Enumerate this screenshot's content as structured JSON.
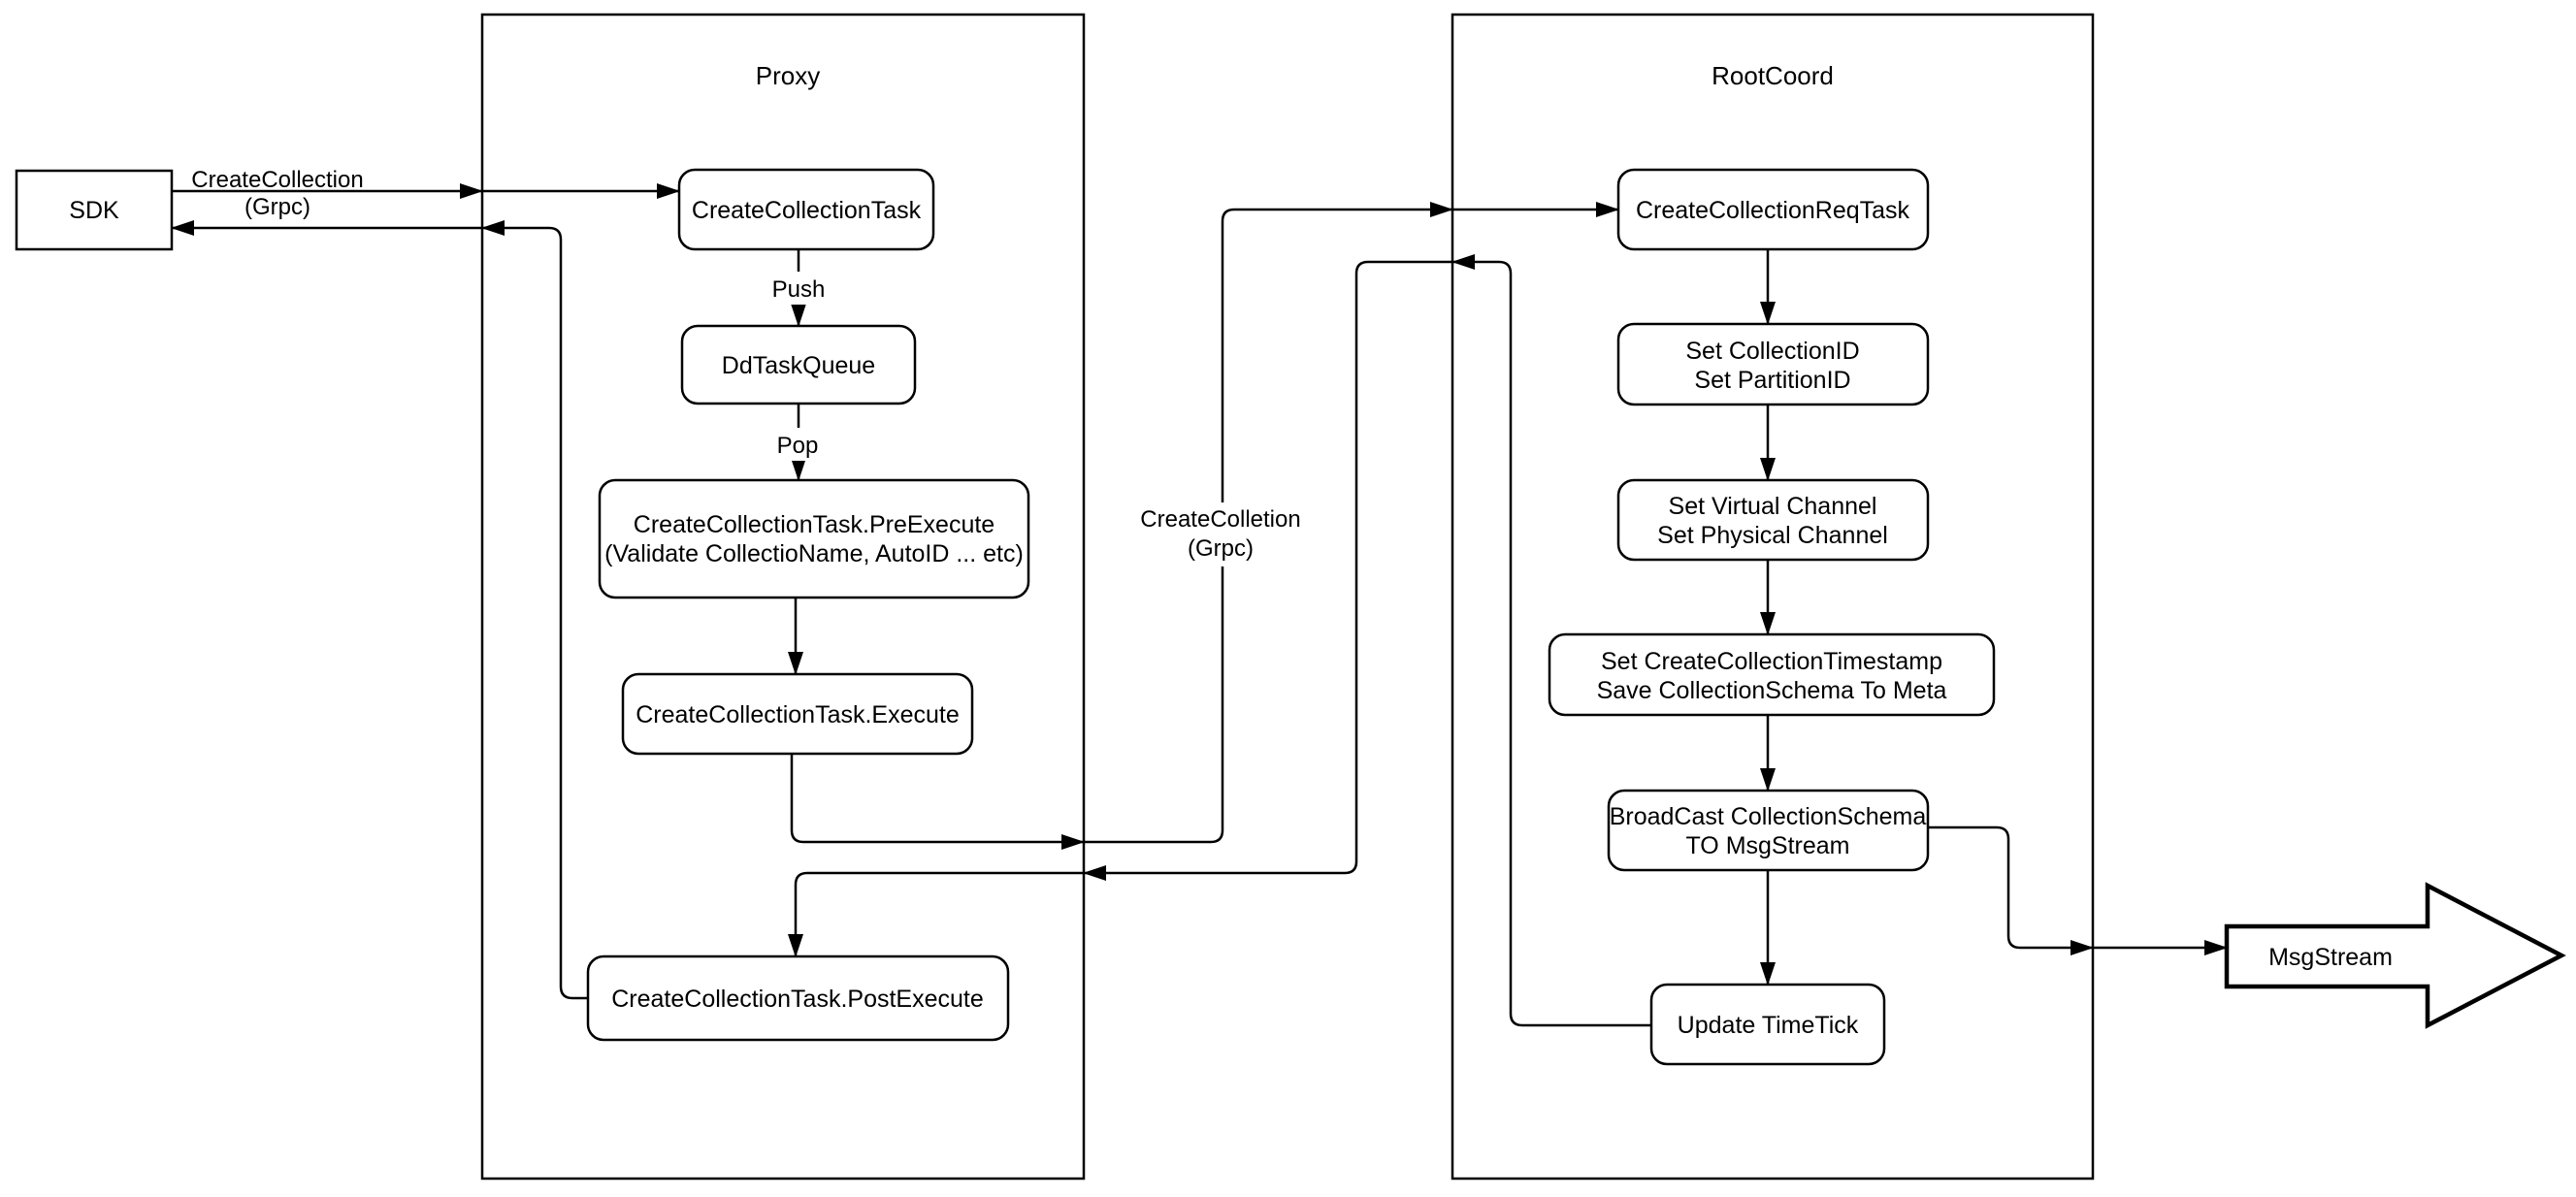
{
  "diagram": {
    "background_color": "#ffffff",
    "stroke_color": "#000000",
    "containers": {
      "proxy": {
        "title": "Proxy"
      },
      "rootcoord": {
        "title": "RootCoord"
      }
    },
    "nodes": {
      "sdk": {
        "label": "SDK"
      },
      "create_collection_task": {
        "label": "CreateCollectionTask"
      },
      "dd_task_queue": {
        "label": "DdTaskQueue"
      },
      "pre_execute": {
        "line1": "CreateCollectionTask.PreExecute",
        "line2": "(Validate CollectioName, AutoID ... etc)"
      },
      "execute": {
        "label": "CreateCollectionTask.Execute"
      },
      "post_execute": {
        "label": "CreateCollectionTask.PostExecute"
      },
      "create_collection_req_task": {
        "label": "CreateCollectionReqTask"
      },
      "set_collection_id": {
        "line1": "Set CollectionID",
        "line2": "Set PartitionID"
      },
      "set_channels": {
        "line1": "Set Virtual Channel",
        "line2": "Set Physical Channel"
      },
      "set_timestamp": {
        "line1": "Set CreateCollectionTimestamp",
        "line2": "Save CollectionSchema To Meta"
      },
      "broadcast": {
        "line1": "BroadCast CollectionSchema",
        "line2": "TO MsgStream"
      },
      "update_timetick": {
        "label": "Update TimeTick"
      },
      "msgstream": {
        "label": "MsgStream"
      }
    },
    "edge_labels": {
      "sdk_grpc": {
        "line1": "CreateCollection",
        "line2": "(Grpc)"
      },
      "mid_grpc": {
        "line1": "CreateColletion",
        "line2": "(Grpc)"
      },
      "push": "Push",
      "pop": "Pop"
    }
  }
}
